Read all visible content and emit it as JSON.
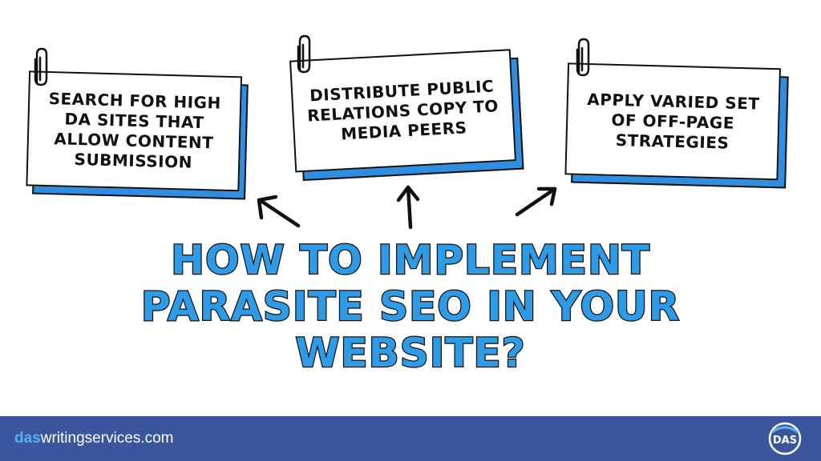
{
  "cards": [
    {
      "text": "SEARCH FOR HIGH DA SITES THAT ALLOW CONTENT SUBMISSION"
    },
    {
      "text": "DISTRIBUTE PUBLIC RELATIONS COPY TO MEDIA PEERS"
    },
    {
      "text": "APPLY VARIED SET OF OFF-PAGE STRATEGIES"
    }
  ],
  "title": {
    "line1": "HOW TO IMPLEMENT",
    "line2": "PARASITE SEO IN YOUR",
    "line3": "WEBSITE?"
  },
  "footer": {
    "site_prefix": "das",
    "site_rest": "writingservices.com",
    "logo_text": "DAS"
  },
  "colors": {
    "accent_blue": "#2f9be6",
    "footer_bg": "#3b569d",
    "card_shadow": "#2f8ee0"
  }
}
